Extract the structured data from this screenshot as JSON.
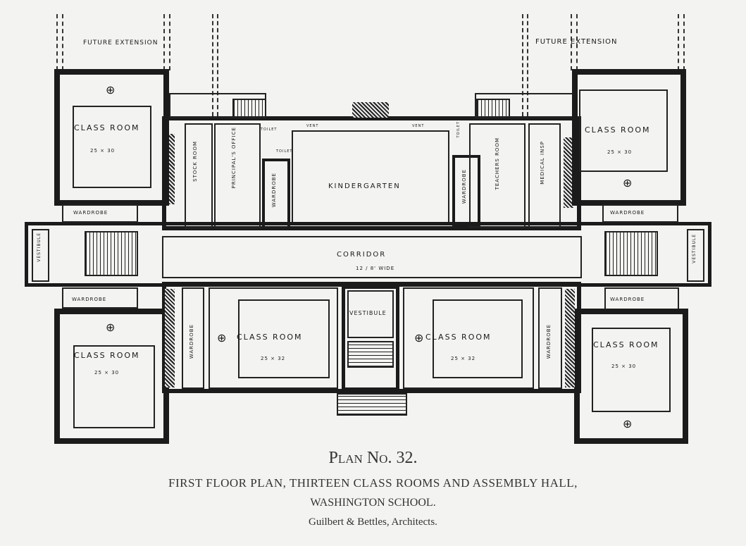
{
  "plan": {
    "future_extension_left": "FUTURE EXTENSION",
    "future_extension_right": "FUTURE EXTENSION",
    "rooms": {
      "class_room_tl": "CLASS ROOM",
      "class_room_tl_size": "25 × 30",
      "class_room_tr": "CLASS ROOM",
      "class_room_tr_size": "25 × 30",
      "class_room_bl": "CLASS ROOM",
      "class_room_bl_size": "25 × 30",
      "class_room_br": "CLASS ROOM",
      "class_room_br_size": "25 × 30",
      "class_room_bc1": "CLASS ROOM",
      "class_room_bc1_size": "25 × 32",
      "class_room_bc2": "CLASS ROOM",
      "class_room_bc2_size": "25 × 32",
      "kindergarten": "KINDERGARTEN",
      "stock_room": "STOCK ROOM",
      "principals_office": "PRINCIPAL'S OFFICE",
      "wardrobe_kg": "WARDROBE",
      "wardrobe_kg2": "WARDROBE",
      "teachers_room": "TEACHERS ROOM",
      "medical_insp": "MEDICAL INSP",
      "toilet_1": "TOILET",
      "toilet_2": "TOILET",
      "toilet_3": "TOILET",
      "vent_1": "VENT",
      "vent_2": "VENT",
      "wardrobe_tl": "WARDROBE",
      "wardrobe_tr": "WARDROBE",
      "wardrobe_bl": "WARDROBE",
      "wardrobe_br": "WARDROBE",
      "wardrobe_bc1": "WARDROBE",
      "wardrobe_bc2": "WARDROBE",
      "corridor": "CORRIDOR",
      "corridor_width": "12 / 8' WIDE",
      "vestibule_center": "VESTIBULE",
      "vestibule_left": "VESTIBULE",
      "vestibule_right": "VESTIBULE"
    }
  },
  "caption": {
    "plan_no": "Plan No. 32.",
    "title": "FIRST FLOOR PLAN, THIRTEEN CLASS ROOMS AND ASSEMBLY HALL,",
    "school": "WASHINGTON SCHOOL.",
    "architects": "Guilbert & Bettles, Architects."
  }
}
